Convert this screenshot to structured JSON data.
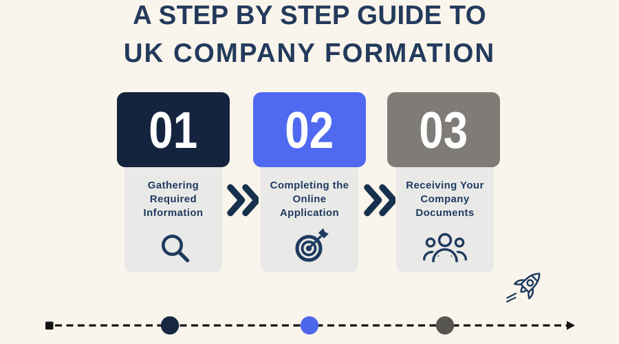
{
  "title": {
    "line1": "A STEP BY STEP GUIDE TO",
    "line2": "UK COMPANY FORMATION"
  },
  "steps": [
    {
      "number": "01",
      "label_lines": [
        "Gathering",
        "Required",
        "Information"
      ],
      "icon": "search-icon",
      "accent": "#15243e"
    },
    {
      "number": "02",
      "label_lines": [
        "Completing the",
        "Online",
        "Application"
      ],
      "icon": "target-icon",
      "accent": "#4f6af0"
    },
    {
      "number": "03",
      "label_lines": [
        "Receiving Your",
        "Company",
        "Documents"
      ],
      "icon": "team-icon",
      "accent": "#7f7c78"
    }
  ],
  "timeline": {
    "dot_colors": [
      "#16273f",
      "#4e66ea",
      "#57554f"
    ],
    "line_color": "#141414"
  },
  "colors": {
    "background": "#faf5ec",
    "card": "#e9e9e7",
    "title_text": "#233a5c",
    "label_text": "#1e3a5f",
    "number_text": "#ffffff",
    "chevron": "#16304e",
    "icon_stroke": "#1e3a5f"
  }
}
